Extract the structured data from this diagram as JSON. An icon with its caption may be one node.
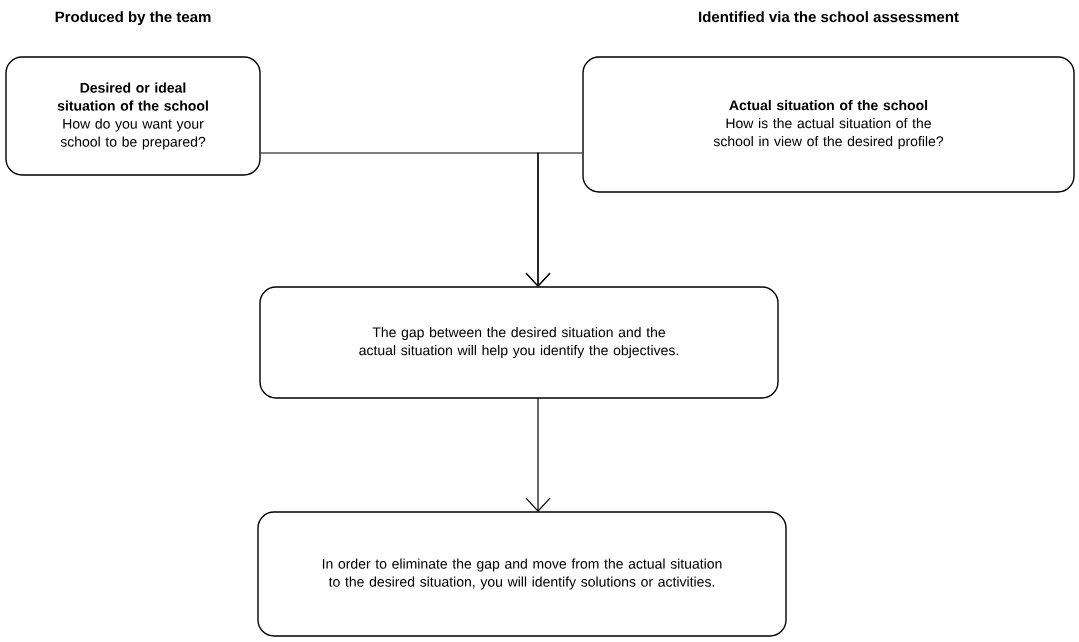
{
  "diagram": {
    "nodes": [
      {
        "text": [
          "Produced by the team",
          "Desired or ideal situation of the school",
          "How do you want your school to be prepared?"
        ]
      },
      {
        "text": [
          "Identified via the school assessment",
          "Actual situation of the school",
          "How is the actual situation of the school in view of the desired profile?"
        ]
      },
      {
        "text": [
          "The gap between the desired situation and the actual situation will help you identify the objectives."
        ]
      },
      {
        "text": [
          "In order to eliminate the gap and move from the actual situation to the desired situation, you will identify solutions or activities."
        ]
      }
    ],
    "edges": [
      {
        "from": 0,
        "to": 2,
        "arrow": "to"
      },
      {
        "from": 1,
        "to": 2,
        "arrow": "to"
      },
      {
        "from": 2,
        "to": 3,
        "arrow": "to"
      }
    ]
  }
}
